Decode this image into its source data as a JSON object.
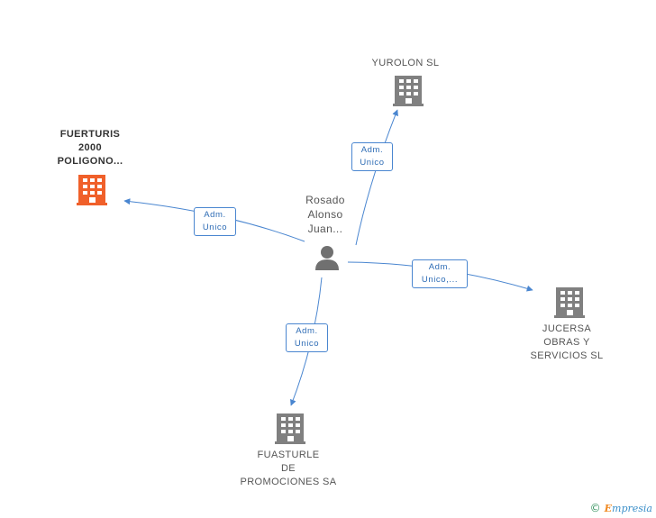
{
  "center": {
    "name_lines": [
      "Rosado",
      "Alonso",
      "Juan..."
    ]
  },
  "companies": [
    {
      "id": "yurolon",
      "lines": [
        "YUROLON SL"
      ],
      "highlight": false
    },
    {
      "id": "fuerturis",
      "lines": [
        "FUERTURIS",
        "2000",
        "POLIGONO..."
      ],
      "highlight": true
    },
    {
      "id": "jucersa",
      "lines": [
        "JUCERSA",
        "OBRAS Y",
        "SERVICIOS SL"
      ],
      "highlight": false
    },
    {
      "id": "fuasturle",
      "lines": [
        "FUASTURLE",
        "DE",
        "PROMOCIONES SA"
      ],
      "highlight": false
    }
  ],
  "relations": [
    {
      "target": "yurolon",
      "lines": [
        "Adm.",
        "Unico"
      ]
    },
    {
      "target": "fuerturis",
      "lines": [
        "Adm.",
        "Unico"
      ]
    },
    {
      "target": "jucersa",
      "lines": [
        "Adm.",
        "Unico,..."
      ]
    },
    {
      "target": "fuasturle",
      "lines": [
        "Adm.",
        "Unico"
      ]
    }
  ],
  "colors": {
    "edge": "#4a86d0",
    "building_default": "#808080",
    "building_highlight": "#f0602a",
    "person": "#707070"
  },
  "icons": {
    "person": "person-icon",
    "company": "building-icon"
  },
  "footer": {
    "copyright_symbol": "©",
    "brand_initial": "E",
    "brand_rest": "mpresia"
  }
}
